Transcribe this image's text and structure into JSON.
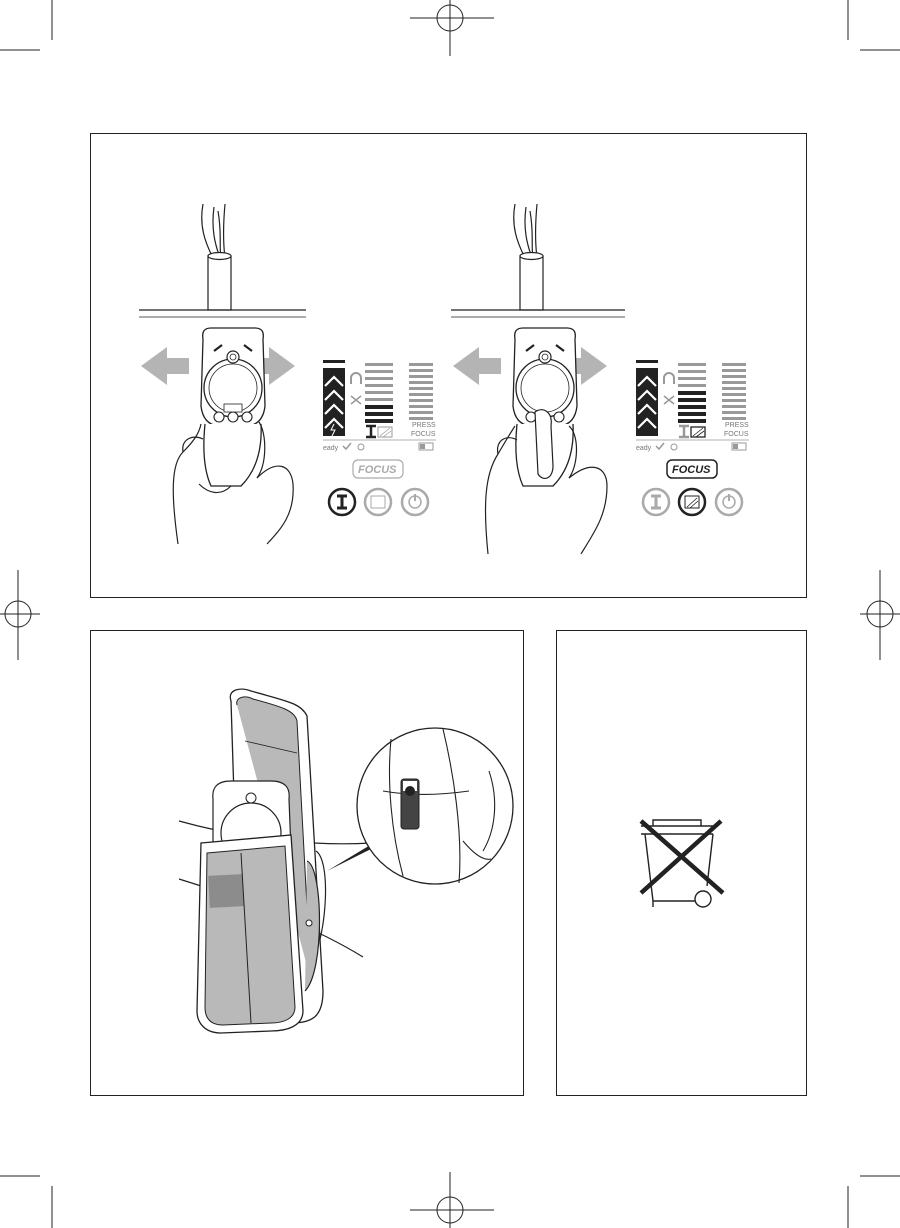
{
  "display": {
    "ready_label": "eady",
    "press_label": "PRESS",
    "focus_small": "FOCUS",
    "focus_button": "FOCUS"
  },
  "colors": {
    "line": "#222222",
    "arrow": "#b4b4b4",
    "muted": "#9a9a9a",
    "holster": "#b9b9b9",
    "holster_dark": "#8c8c8c"
  },
  "icons": [
    "arrow-left-icon",
    "arrow-right-icon",
    "cable-icon",
    "wall-icon",
    "hand-icon",
    "meter-icon",
    "signal-bar-icon",
    "magnet-icon",
    "wood-icon",
    "ac-voltage-icon",
    "metal-mode-icon",
    "wood-mode-icon",
    "power-icon",
    "battery-icon",
    "focus-icon",
    "belt-clip-icon",
    "holster-icon",
    "weee-bin-icon"
  ]
}
